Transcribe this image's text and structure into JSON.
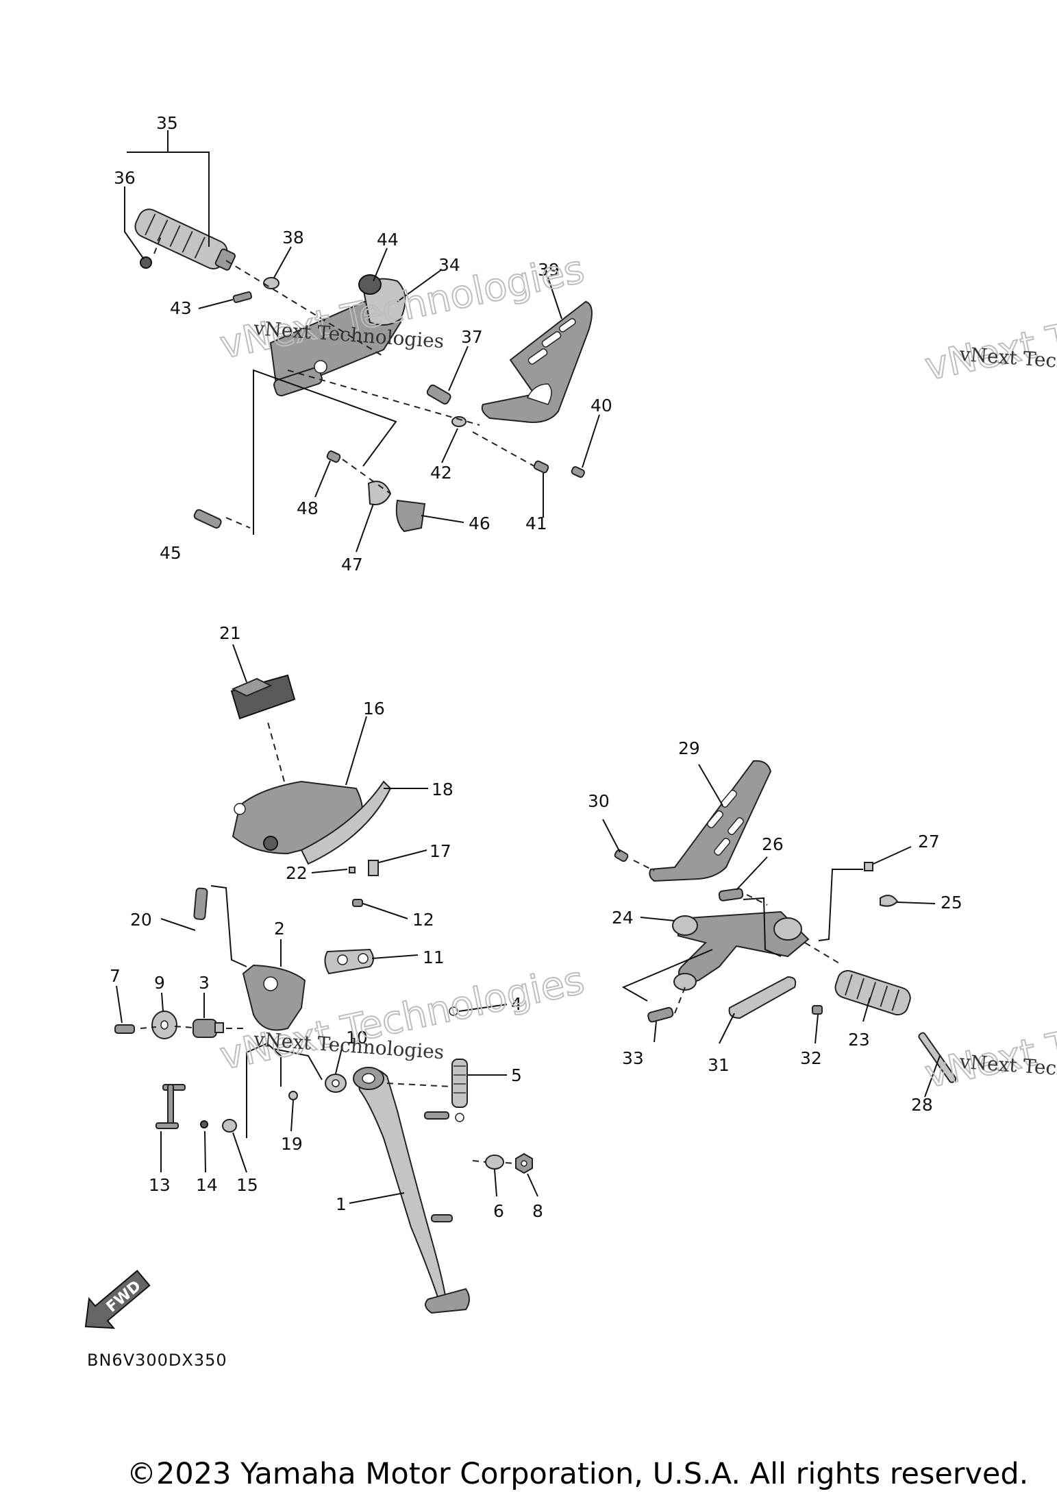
{
  "callouts": {
    "c1": "1",
    "c2": "2",
    "c3": "3",
    "c4": "4",
    "c5": "5",
    "c6": "6",
    "c7": "7",
    "c8": "8",
    "c9": "9",
    "c10": "10",
    "c11": "11",
    "c12": "12",
    "c13": "13",
    "c14": "14",
    "c15": "15",
    "c16": "16",
    "c17": "17",
    "c18": "18",
    "c19": "19",
    "c20": "20",
    "c21": "21",
    "c22": "22",
    "c23": "23",
    "c24": "24",
    "c25": "25",
    "c26": "26",
    "c27": "27",
    "c28": "28",
    "c29": "29",
    "c30": "30",
    "c31": "31",
    "c32": "32",
    "c33": "33",
    "c34": "34",
    "c35": "35",
    "c36": "36",
    "c37": "37",
    "c38": "38",
    "c39": "39",
    "c40": "40",
    "c41": "41",
    "c42": "42",
    "c43": "43",
    "c44": "44",
    "c45": "45",
    "c46": "46",
    "c47": "47",
    "c48": "48"
  },
  "watermark": {
    "line1": "vNext Technologies",
    "line2": "vNext Technologies"
  },
  "fwd_label": "FWD",
  "diagram_code": "BN6V300DX350",
  "copyright": "©2023 Yamaha Motor Corporation, U.S.A. All rights reserved."
}
